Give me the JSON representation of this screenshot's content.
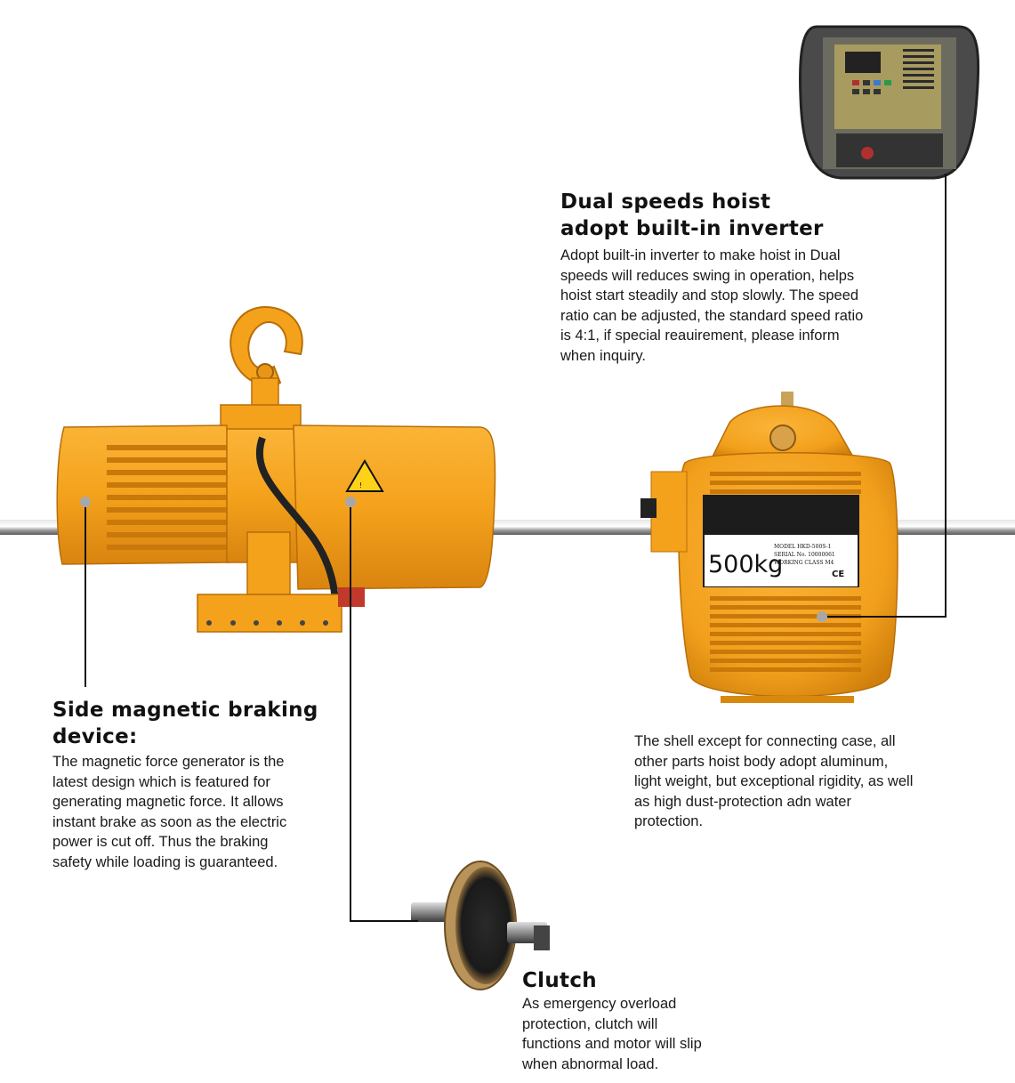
{
  "inverter": {
    "title_line1": "Dual speeds hoist",
    "title_line2": "adopt built-in inverter",
    "lines": [
      "Adopt built-in inverter to make hoist in Dual",
      "speeds will reduces swing in operation, helps",
      "hoist start steadily and stop slowly. The speed",
      "ratio can be adjusted, the standard speed ratio",
      "is 4:1, if special reauirement, please inform",
      "when inquiry."
    ]
  },
  "brake": {
    "title_line1": "Side magnetic braking",
    "title_line2": "device:",
    "lines": [
      "The magnetic force generator is the",
      "latest design which is featured for",
      "generating magnetic force. It allows",
      "instant brake as soon as the electric",
      "power is cut off. Thus the braking",
      "safety while loading is guaranteed."
    ]
  },
  "shell": {
    "lines": [
      "The shell except for connecting case, all",
      "other parts hoist body adopt aluminum,",
      "light weight, but exceptional rigidity, as well",
      "as high dust-protection adn water",
      "protection."
    ]
  },
  "clutch": {
    "title": "Clutch",
    "lines": [
      "As emergency overload",
      "protection, clutch will",
      "functions and motor will slip",
      "when abnormal load."
    ]
  },
  "nameplate": {
    "capacity": "500kg",
    "model_label": "MODEL HKD-500S-1",
    "serial_label": "SERIAL No. 10000061",
    "class_label": "WORKING CLASS M4",
    "ce_mark": "CE"
  },
  "colors": {
    "hoist_orange": "#f4a21c",
    "hoist_dark": "#c9780a",
    "text": "#1a1a1a",
    "leader": "#111111"
  }
}
